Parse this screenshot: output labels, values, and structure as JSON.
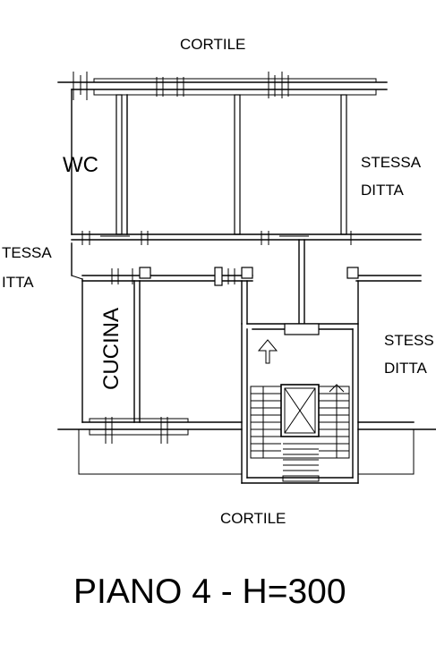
{
  "labels": {
    "cortile_top": "CORTILE",
    "cortile_bottom": "CORTILE",
    "wc": "WC",
    "stessa_ditta_right_top_1": "STESSA",
    "stessa_ditta_right_top_2": "DITTA",
    "stessa_ditta_left_1": "TESSA",
    "stessa_ditta_left_2": "ITTA",
    "cucina": "CUCINA",
    "stessa_ditta_right_bottom_1": "STESS",
    "stessa_ditta_right_bottom_2": "DITTA",
    "floor_title": "PIANO 4 - H=300"
  },
  "colors": {
    "line": "#000000",
    "background": "#ffffff"
  },
  "icons": {
    "entrance_arrow": "up-arrow-icon",
    "elevator": "elevator-cross-icon"
  }
}
